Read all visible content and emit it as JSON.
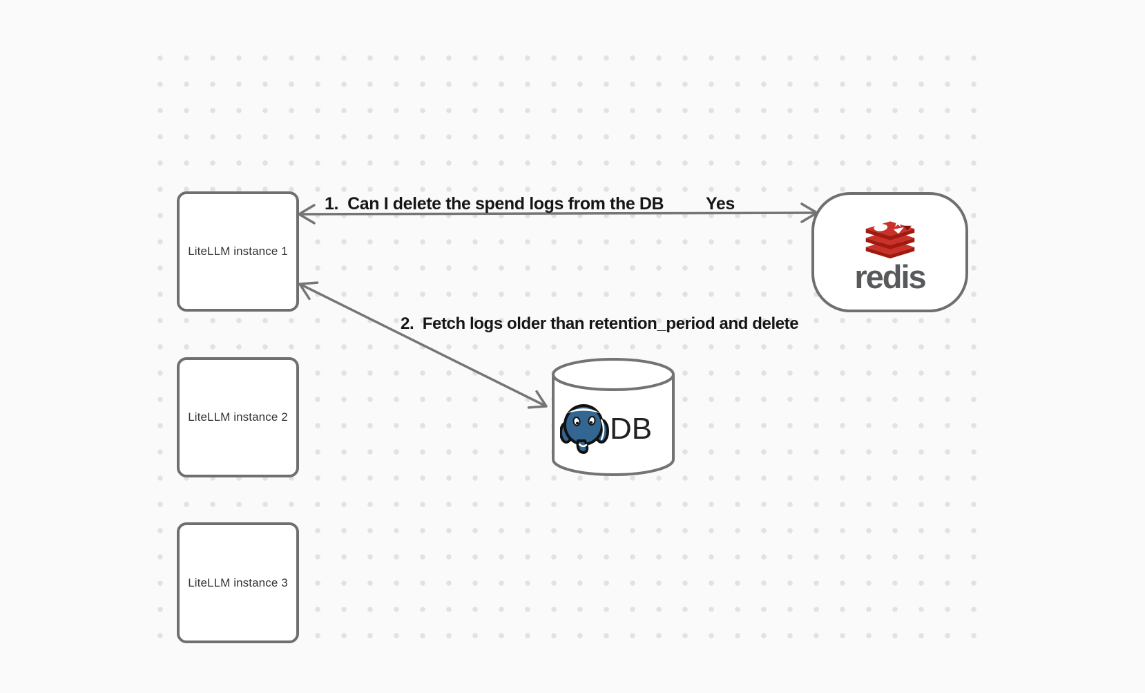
{
  "diagram": {
    "nodes": {
      "litellm_instances": [
        {
          "label": "LiteLLM instance 1"
        },
        {
          "label": "LiteLLM instance 2"
        },
        {
          "label": "LiteLLM instance 3"
        }
      ],
      "redis": {
        "wordmark": "redis",
        "logo": "redis-logo"
      },
      "database": {
        "label": "DB",
        "logo": "postgresql-logo"
      }
    },
    "arrows": [
      {
        "id": "1",
        "label": "1.  Can I delete the spend logs from the DB",
        "response": "Yes",
        "between": [
          "LiteLLM instance 1",
          "redis"
        ],
        "bidirectional": true
      },
      {
        "id": "2",
        "label": "2.  Fetch logs older than retention_period and delete",
        "between": [
          "LiteLLM instance 1",
          "DB"
        ],
        "bidirectional": true
      }
    ],
    "colors": {
      "background": "#fafafa",
      "grid_dot": "#e2e2e2",
      "node_border": "#6f6f6f",
      "arrow": "#757575",
      "redis_red": "#c9312a",
      "redis_dark_red": "#a01b0f",
      "postgres_blue": "#336791",
      "redis_wordmark_gray": "#58595b"
    }
  }
}
